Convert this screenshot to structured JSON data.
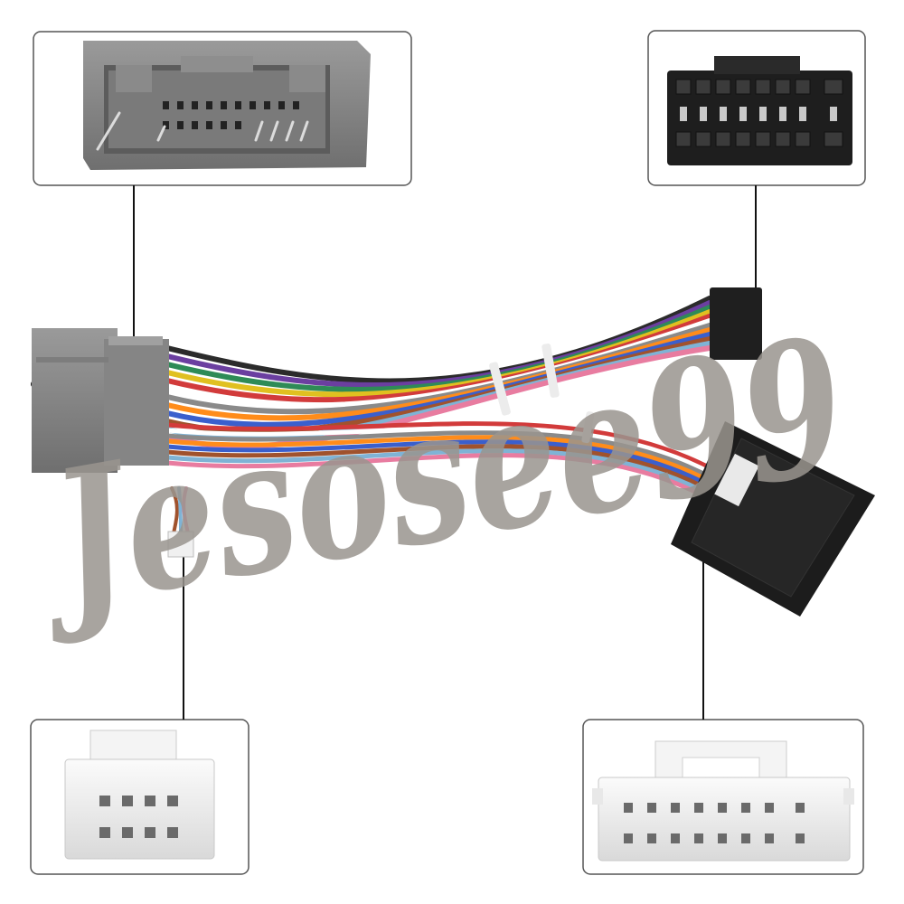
{
  "watermark": {
    "text": "Jesosee99",
    "color": "#9a958f"
  },
  "colors": {
    "gray_connector": "#8c8c8c",
    "gray_connector_dark": "#6e6e6e",
    "black_connector": "#222222",
    "white_connector": "#f2f2f2",
    "callout_border": "#555555",
    "leader_line": "#111111"
  },
  "callouts": [
    {
      "name": "gray-connector-callout",
      "content": "gray-20-pin-connector"
    },
    {
      "name": "black-connector-callout",
      "content": "black-16-pin-connector"
    },
    {
      "name": "small-white-connector-callout",
      "content": "white-8-pin-connector"
    },
    {
      "name": "large-white-connector-callout",
      "content": "white-16-pin-connector"
    }
  ],
  "wire_colors": [
    "#2b2b2b",
    "#6b3fa0",
    "#2e8b57",
    "#e0c020",
    "#d23b3b",
    "#ffffff",
    "#8a8a8a",
    "#ff8c1a",
    "#3a5fcd",
    "#a0522d",
    "#7fb3d5",
    "#e87ca0"
  ]
}
